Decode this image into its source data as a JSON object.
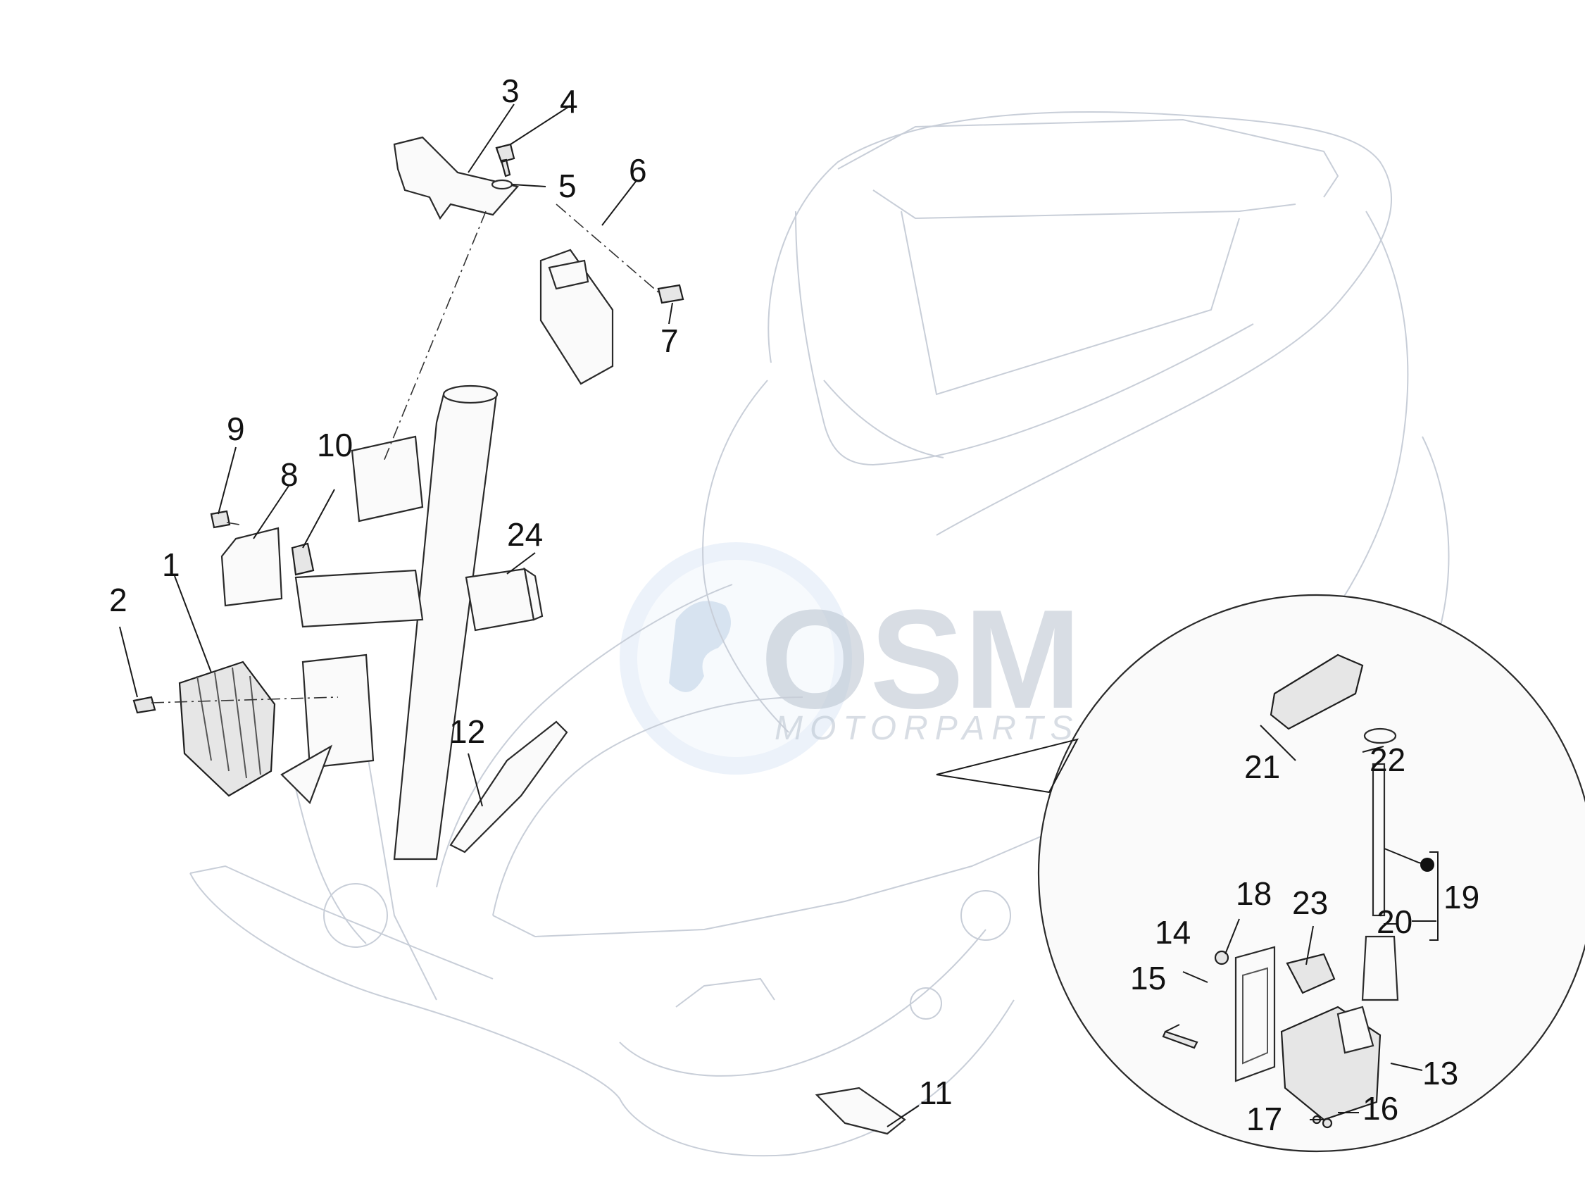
{
  "watermark": {
    "brand": "OSM",
    "sub": "MOTORPARTS",
    "color": "#b9c3cf",
    "globe_color": "#cfe0f2"
  },
  "callouts": {
    "c1": "1",
    "c2": "2",
    "c3": "3",
    "c4": "4",
    "c5": "5",
    "c6": "6",
    "c7": "7",
    "c8": "8",
    "c9": "9",
    "c10": "10",
    "c11": "11",
    "c12": "12",
    "c13": "13",
    "c14": "14",
    "c15": "15",
    "c16": "16",
    "c17": "17",
    "c18": "18",
    "c19": "19",
    "c20": "20",
    "c21": "21",
    "c22": "22",
    "c23": "23",
    "c24": "24"
  },
  "colors": {
    "frame_line": "#c8ced8",
    "part_line": "#2a2a2a"
  }
}
